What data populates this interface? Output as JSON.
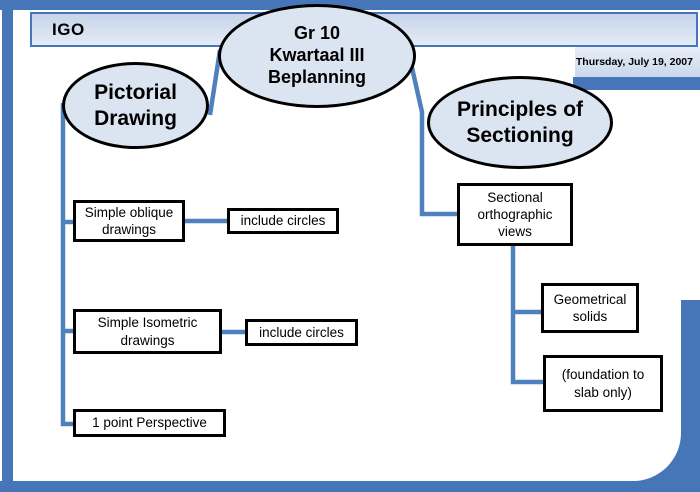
{
  "header": {
    "title": "IGO",
    "date": "Thursday, July 19, 2007"
  },
  "colors": {
    "frame_blue": "#4676b8",
    "connector_blue": "#4f81bd",
    "node_fill": "#dbe5f1",
    "band_fill_top": "#c6d4ea",
    "band_fill_bottom": "#e3ebf6",
    "box_border": "#000000",
    "box_fill": "#ffffff"
  },
  "diagram": {
    "root": {
      "label": "Gr 10\nKwartaal III\nBeplanning"
    },
    "pictorial": {
      "title": "Pictorial\nDrawing",
      "items": [
        {
          "label": "Simple oblique\ndrawings",
          "note": "include circles"
        },
        {
          "label": "Simple Isometric\ndrawings",
          "note": "include circles"
        },
        {
          "label": "1 point Perspective"
        }
      ]
    },
    "principles": {
      "title": "Principles of\nSectioning",
      "main": "Sectional\northographic\nviews",
      "subs": [
        "Geometrical\nsolids",
        "(foundation to\nslab only)"
      ]
    }
  }
}
